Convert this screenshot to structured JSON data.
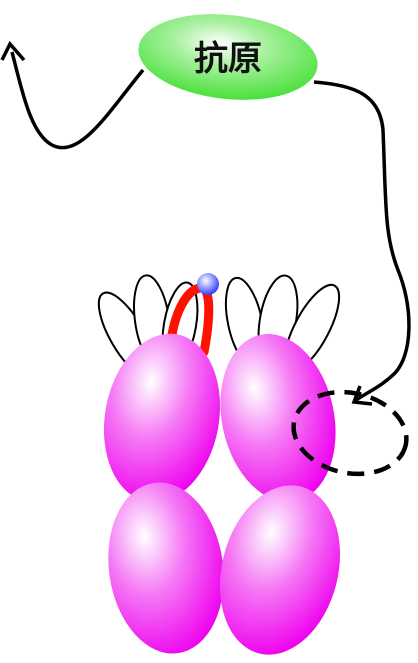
{
  "antigen": {
    "label": "抗原",
    "color": "#33dd22"
  },
  "molecule": {
    "domain_color": "#ee00ee",
    "domain_highlight": "#ffffff",
    "loop_color": "#ff1100",
    "bead_color": "#2233ff",
    "petal_count": 6,
    "domain_count": 4
  },
  "binding_site": {
    "style": "dashed-outline"
  },
  "arrows": [
    {
      "from": "antigen",
      "to": "top-left-edge",
      "style": "curved"
    },
    {
      "from": "antigen",
      "to": "binding-site",
      "style": "curved"
    }
  ]
}
